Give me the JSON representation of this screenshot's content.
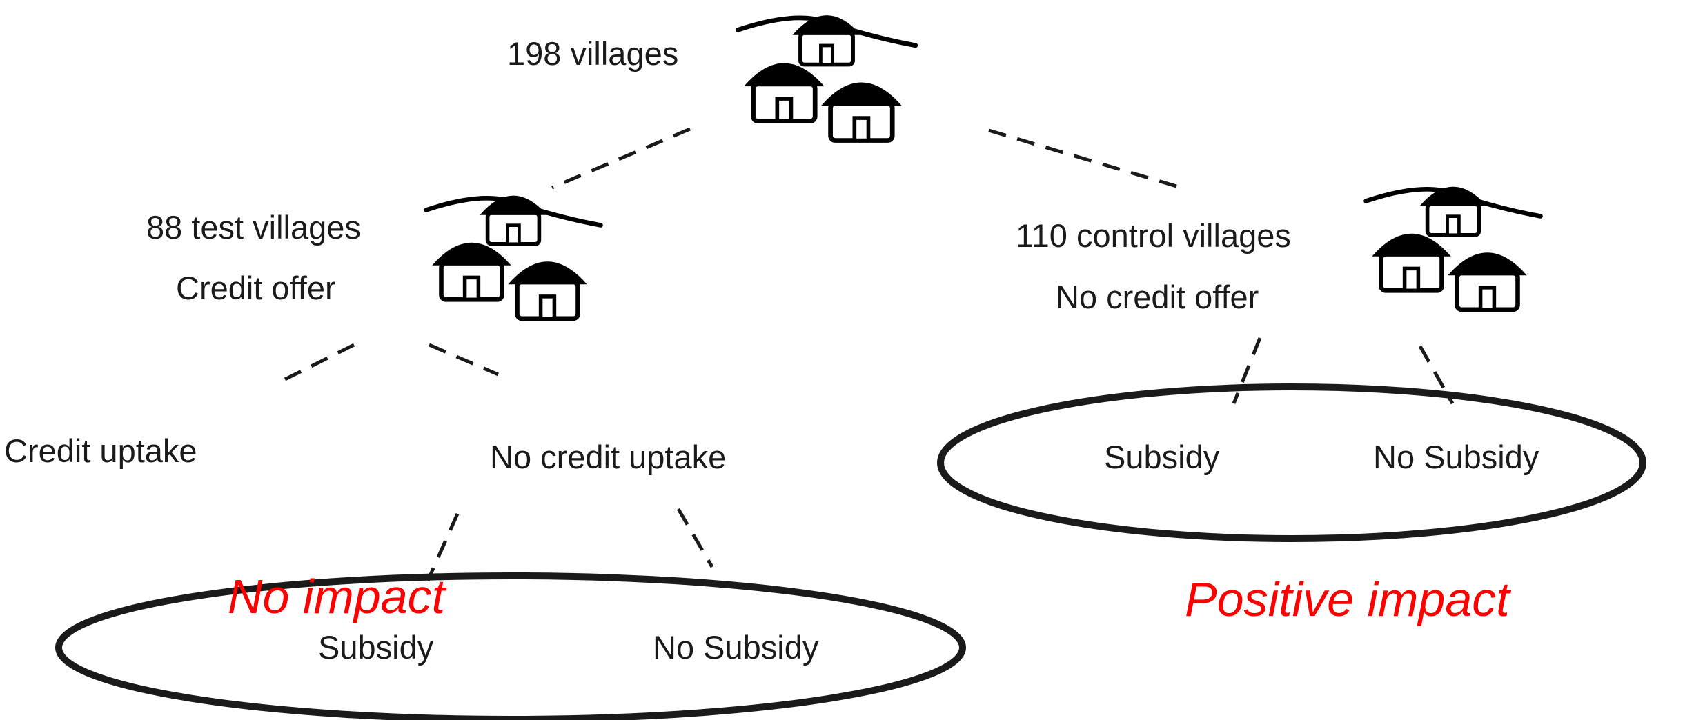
{
  "root": {
    "label": "198 villages"
  },
  "test": {
    "count_label": "88 test villages",
    "treatment_label": "Credit offer"
  },
  "control": {
    "count_label": "110 control villages",
    "treatment_label": "No credit offer"
  },
  "test_split": {
    "left_label": "Credit uptake",
    "right_label": "No credit uptake"
  },
  "test_subgroup": {
    "subsidy_label": "Subsidy",
    "no_subsidy_label": "No Subsidy",
    "impact_label": "No impact"
  },
  "control_subgroup": {
    "subsidy_label": "Subsidy",
    "no_subsidy_label": "No Subsidy",
    "impact_label": "Positive impact"
  },
  "colors": {
    "credit_uptake": "#e59c2e",
    "test_subsidy": "#1f6fb8",
    "control_subsidy": "#7fb03a",
    "impact": "#ff0000",
    "ink": "#1a1a1a"
  },
  "icons": {
    "village": "village-huts-icon"
  }
}
